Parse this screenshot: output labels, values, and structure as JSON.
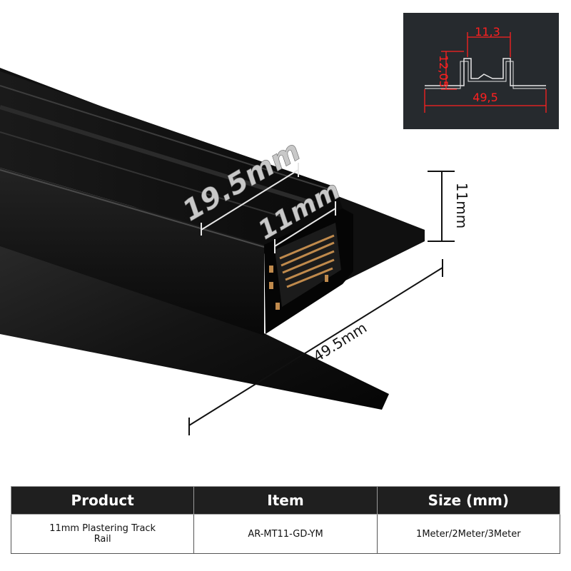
{
  "dimensions": {
    "width": "19.5mm",
    "channel": "11mm",
    "height": "11mm",
    "base": "49.5mm"
  },
  "profile_drawing": {
    "top": "11,3",
    "side": "12,05",
    "bottom": "49,5"
  },
  "table": {
    "headers": [
      "Product",
      "Item",
      "Size (mm)"
    ],
    "row": {
      "product": "11mm Plastering Track Rail",
      "item": "AR-MT11-GD-YM",
      "size": "1Meter/2Meter/3Meter"
    }
  },
  "colors": {
    "rail": "#0b0b0b",
    "drawing_bg": "#262a2e",
    "drawing_lines": "#e8e8e8",
    "drawing_dims": "#ff2020",
    "header_bg": "#1f1f1f",
    "contacts": "#c08a4c",
    "dimension_overlay": "#e6e6e6"
  }
}
